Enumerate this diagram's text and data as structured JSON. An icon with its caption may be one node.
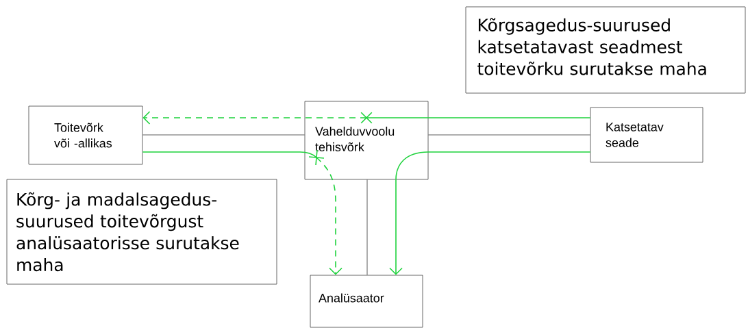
{
  "diagram": {
    "nodes": [
      {
        "text": [
          "Toitevõrk või -allikas"
        ]
      },
      {
        "text": [
          "Vahelduvvoolu tehisvõrk"
        ]
      },
      {
        "text": [
          "Katsetatav seade"
        ]
      },
      {
        "text": [
          "Analüsaator"
        ]
      },
      {
        "text": [
          "Kõrgsagedus-suurused katsetatavast seadmest toitevõrku surutakse maha"
        ]
      },
      {
        "text": [
          "Kõrg- ja madalsagedus-suurused toitevõrgust analüsaatorisse surutakse maha"
        ]
      }
    ],
    "edges": [
      {
        "from": 0,
        "to": 1,
        "arrow": "none",
        "color": "#333333"
      },
      {
        "from": 1,
        "to": 2,
        "arrow": "none",
        "color": "#333333"
      },
      {
        "from": 1,
        "to": 3,
        "arrow": "none",
        "color": "#333333"
      },
      {
        "from": 2,
        "to": 1,
        "arrow": "none"
      },
      {
        "from": 1,
        "to": 0,
        "arrow": "to",
        "style": "dashed"
      },
      {
        "from": 0,
        "to": 1,
        "arrow": "none"
      },
      {
        "from": 1,
        "to": 3,
        "arrow": "to",
        "style": "dashed"
      },
      {
        "from": 2,
        "to": 1,
        "arrow": "none"
      },
      {
        "from": 1,
        "to": 3,
        "arrow": "to"
      }
    ]
  }
}
